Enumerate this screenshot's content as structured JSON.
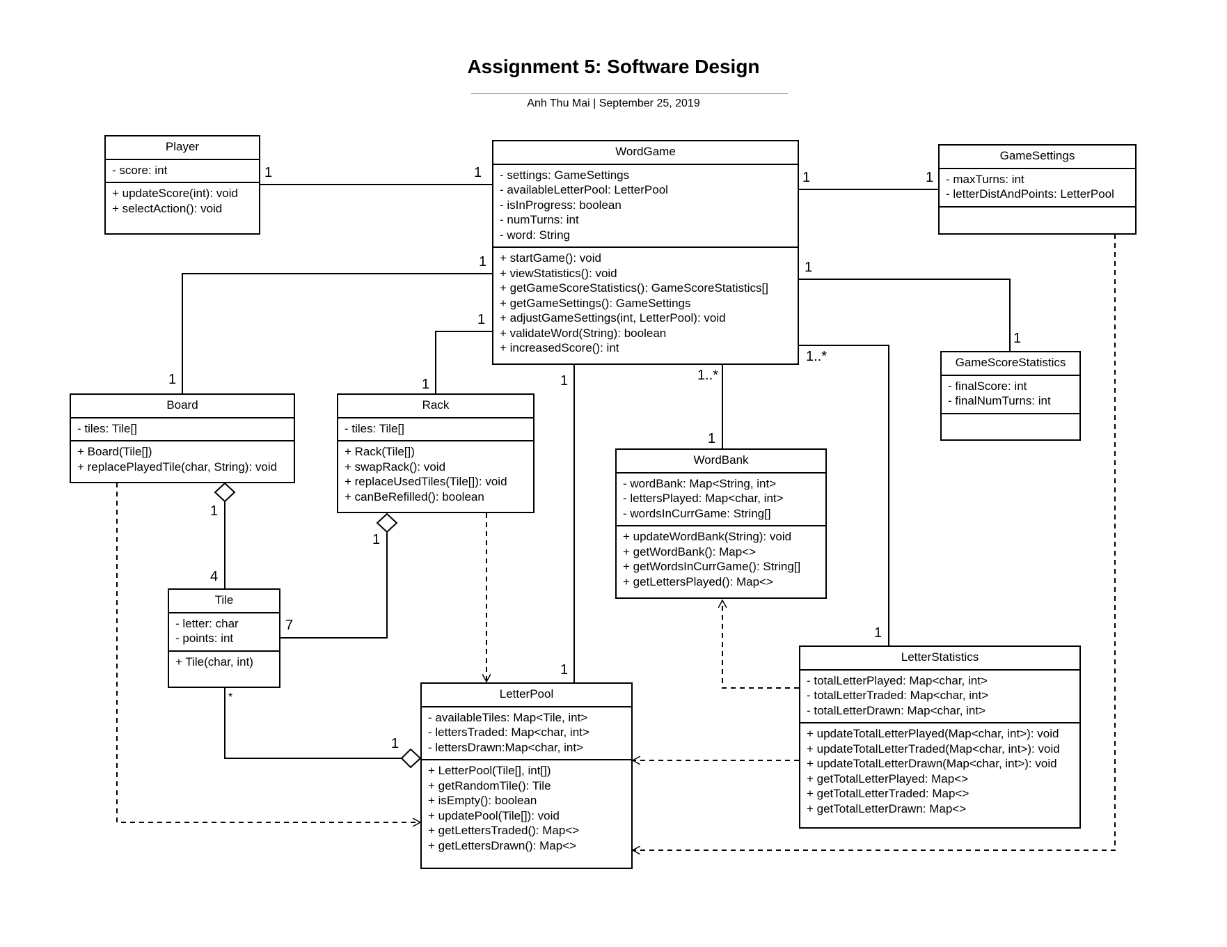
{
  "header": {
    "title": "Assignment 5: Software Design",
    "subtitle": "Anh Thu Mai  |  September 25, 2019"
  },
  "classes": {
    "player": {
      "name": "Player",
      "attributes": [
        "- score: int"
      ],
      "operations": [
        "+ updateScore(int): void",
        "+ selectAction(): void"
      ]
    },
    "wordgame": {
      "name": "WordGame",
      "attributes": [
        "- settings: GameSettings",
        "- availableLetterPool: LetterPool",
        "- isInProgress: boolean",
        "- numTurns: int",
        "- word: String"
      ],
      "operations": [
        "+ startGame(): void",
        "+ viewStatistics(): void",
        "+ getGameScoreStatistics(): GameScoreStatistics[]",
        "+ getGameSettings(): GameSettings",
        "+ adjustGameSettings(int, LetterPool): void",
        "+ validateWord(String): boolean",
        "+ increasedScore(): int"
      ]
    },
    "gamesettings": {
      "name": "GameSettings",
      "attributes": [
        "- maxTurns: int",
        "- letterDistAndPoints: LetterPool"
      ],
      "operations": []
    },
    "gamescorestatistics": {
      "name": "GameScoreStatistics",
      "attributes": [
        "- finalScore: int",
        "- finalNumTurns: int"
      ],
      "operations": []
    },
    "board": {
      "name": "Board",
      "attributes": [
        "- tiles: Tile[]"
      ],
      "operations": [
        "+ Board(Tile[])",
        "+ replacePlayedTile(char, String): void"
      ]
    },
    "rack": {
      "name": "Rack",
      "attributes": [
        "- tiles: Tile[]"
      ],
      "operations": [
        "+ Rack(Tile[])",
        "+ swapRack(): void",
        "+ replaceUsedTiles(Tile[]): void",
        "+ canBeRefilled(): boolean"
      ]
    },
    "wordbank": {
      "name": "WordBank",
      "attributes": [
        "- wordBank: Map<String, int>",
        "- lettersPlayed: Map<char, int>",
        "- wordsInCurrGame: String[]"
      ],
      "operations": [
        "+ updateWordBank(String): void",
        "+ getWordBank(): Map<>",
        "+ getWordsInCurrGame(): String[]",
        "+ getLettersPlayed(): Map<>"
      ]
    },
    "tile": {
      "name": "Tile",
      "attributes": [
        "- letter: char",
        "- points: int"
      ],
      "operations": [
        "+ Tile(char, int)"
      ]
    },
    "letterpool": {
      "name": "LetterPool",
      "attributes": [
        "- availableTiles: Map<Tile, int>",
        "- lettersTraded: Map<char, int>",
        "- lettersDrawn:Map<char, int>"
      ],
      "operations": [
        "+ LetterPool(Tile[], int[])",
        "+ getRandomTile(): Tile",
        "+ isEmpty(): boolean",
        "+ updatePool(Tile[]): void",
        "+ getLettersTraded(): Map<>",
        "+ getLettersDrawn(): Map<>"
      ]
    },
    "letterstatistics": {
      "name": "LetterStatistics",
      "attributes": [
        "- totalLetterPlayed: Map<char, int>",
        "- totalLetterTraded: Map<char, int>",
        "- totalLetterDrawn: Map<char, int>"
      ],
      "operations": [
        "+ updateTotalLetterPlayed(Map<char, int>): void",
        "+ updateTotalLetterTraded(Map<char, int>): void",
        "+ updateTotalLetterDrawn(Map<char, int>): void",
        "+ getTotalLetterPlayed: Map<>",
        "+ getTotalLetterTraded: Map<>",
        "+ getTotalLetterDrawn: Map<>"
      ]
    }
  },
  "multiplicities": {
    "player_wordgame_a": "1",
    "player_wordgame_b": "1",
    "wordgame_settings_a": "1",
    "wordgame_settings_b": "1",
    "wordgame_board_a": "1",
    "wordgame_board_b": "1",
    "wordgame_rack_a": "1",
    "wordgame_rack_b": "1",
    "wordgame_letterpool_a": "1",
    "wordgame_letterpool_b": "1",
    "wordgame_wordbank_a": "1..*",
    "wordgame_wordbank_b": "1",
    "wordgame_stats_a": "1",
    "wordgame_stats_b": "1",
    "wordgame_letterstats_a": "1..*",
    "wordgame_letterstats_b": "1",
    "board_tile_a": "1",
    "board_tile_b": "4",
    "rack_tile_a": "1",
    "rack_tile_b": "7",
    "tile_letterpool_a": "*",
    "tile_letterpool_b": "1"
  }
}
